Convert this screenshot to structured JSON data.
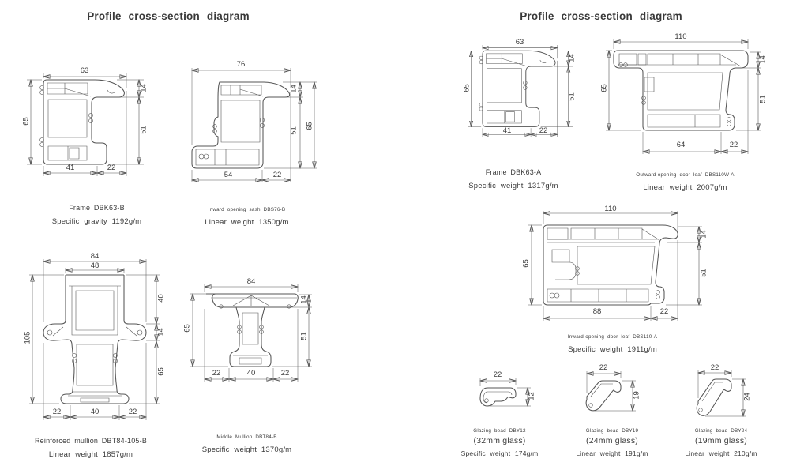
{
  "colors": {
    "line": "#555555",
    "text": "#3b3b3b"
  },
  "titles": {
    "left": "Profile cross-section diagram",
    "right": "Profile cross-section diagram"
  },
  "figures": {
    "frame_b": {
      "name": "Frame DBK63-B",
      "weight": "Specific gravity 1192g/m",
      "dims": {
        "width": "63",
        "flange": "14",
        "height": "65",
        "depth": "51",
        "bottom_a": "41",
        "bottom_b": "22"
      }
    },
    "sash_b": {
      "name": "Inward opening sash DBS76-B",
      "weight": "Linear weight 1350g/m",
      "dims": {
        "width": "76",
        "flange": "14",
        "depth": "51",
        "height": "65",
        "bottom_a": "54",
        "bottom_b": "22"
      }
    },
    "reinforced_mullion": {
      "name": "Reinforced mullion DBT84-105-B",
      "weight": "Linear weight 1857g/m",
      "dims": {
        "width": "84",
        "inner_width": "48",
        "height": "105",
        "top_depth": "40",
        "flange": "14",
        "lower_depth": "65",
        "bottom_a": "22",
        "bottom_b": "40",
        "bottom_c": "22"
      }
    },
    "middle_mullion": {
      "name": "Middle Mullion DBT84-B",
      "weight": "Specific weight 1370g/m",
      "dims": {
        "width": "84",
        "flange": "14",
        "height": "65",
        "depth": "51",
        "bottom_a": "22",
        "bottom_b": "40",
        "bottom_c": "22"
      }
    },
    "frame_a": {
      "name": "Frame DBK63-A",
      "weight": "Specific weight 1317g/m",
      "dims": {
        "width": "63",
        "flange": "14",
        "height": "65",
        "depth": "51",
        "bottom_a": "41",
        "bottom_b": "22"
      }
    },
    "door_leaf_outward": {
      "name": "Outward-opening door leaf DBS110W-A",
      "weight": "Linear weight 2007g/m",
      "dims": {
        "width": "110",
        "flange": "14",
        "height": "65",
        "depth": "51",
        "bottom_a": "64",
        "bottom_b": "22"
      }
    },
    "door_leaf_inward": {
      "name": "Inward-opening door leaf DBS110-A",
      "weight": "Specific weight 1911g/m",
      "dims": {
        "width": "110",
        "flange": "14",
        "height": "65",
        "depth": "51",
        "bottom_a": "88",
        "bottom_b": "22"
      }
    },
    "bead_12": {
      "name": "Glazing bead DBY12",
      "glass": "(32mm glass)",
      "weight": "Specific weight 174g/m",
      "dims": {
        "width": "22",
        "height": "12"
      }
    },
    "bead_19": {
      "name": "Glazing bead DBY19",
      "glass": "(24mm glass)",
      "weight": "Linear weight 191g/m",
      "dims": {
        "width": "22",
        "height": "19"
      }
    },
    "bead_24": {
      "name": "Glazing bead DBY24",
      "glass": "(19mm glass)",
      "weight": "Linear weight 210g/m",
      "dims": {
        "width": "22",
        "height": "24"
      }
    }
  }
}
